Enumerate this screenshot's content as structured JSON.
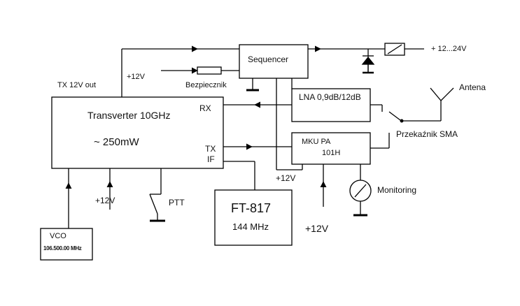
{
  "blocks": {
    "transverter": {
      "title": "Transverter   10GHz",
      "power": "~ 250mW",
      "rx": "RX",
      "tx": "TX",
      "if": "IF",
      "tx_out": "TX 12V out"
    },
    "sequencer": {
      "label": "Sequencer"
    },
    "lna": {
      "label": "LNA  0,9dB/12dB"
    },
    "pa": {
      "label": "MKU PA",
      "model": "101H"
    },
    "ft817": {
      "label": "FT-817",
      "band": "144 MHz"
    },
    "vco": {
      "label": "VCO",
      "freq": "106.500.00 MHz"
    }
  },
  "labels": {
    "supply_in": "+ 12...24V",
    "fuse": "Bezpiecznik",
    "v12_top": "+12V",
    "v12_pa": "+12V",
    "v12_bottom": "+12V",
    "v12_transverter": "+12V",
    "antenna": "Antena",
    "relay": "Przekaźnik SMA",
    "monitoring": "Monitoring",
    "ptt": "PTT"
  }
}
